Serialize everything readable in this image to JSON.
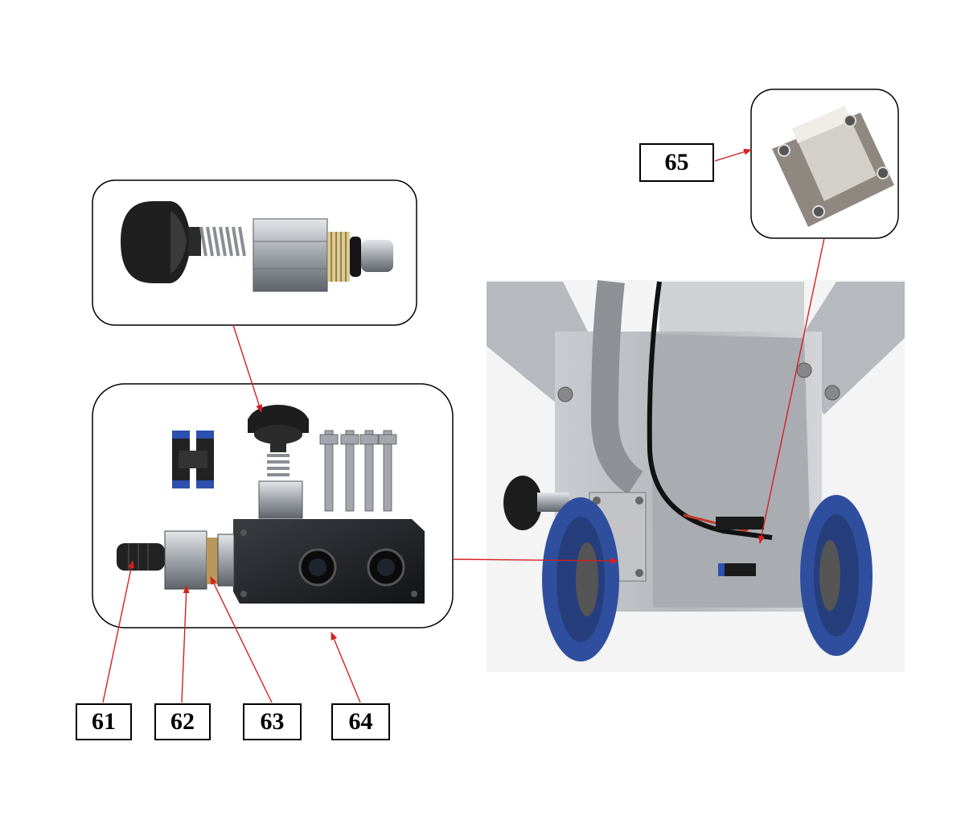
{
  "labels": {
    "p61": "61",
    "p62": "62",
    "p63": "63",
    "p64": "64",
    "p65": "65"
  },
  "colors": {
    "callout_arrow": "#d42020",
    "frame_stroke": "#000000",
    "aluminium": "#b9bcc0",
    "wheel_blue": "#2f4f9e",
    "knob_black": "#1e1e1e",
    "steel": "#a8acb2"
  }
}
